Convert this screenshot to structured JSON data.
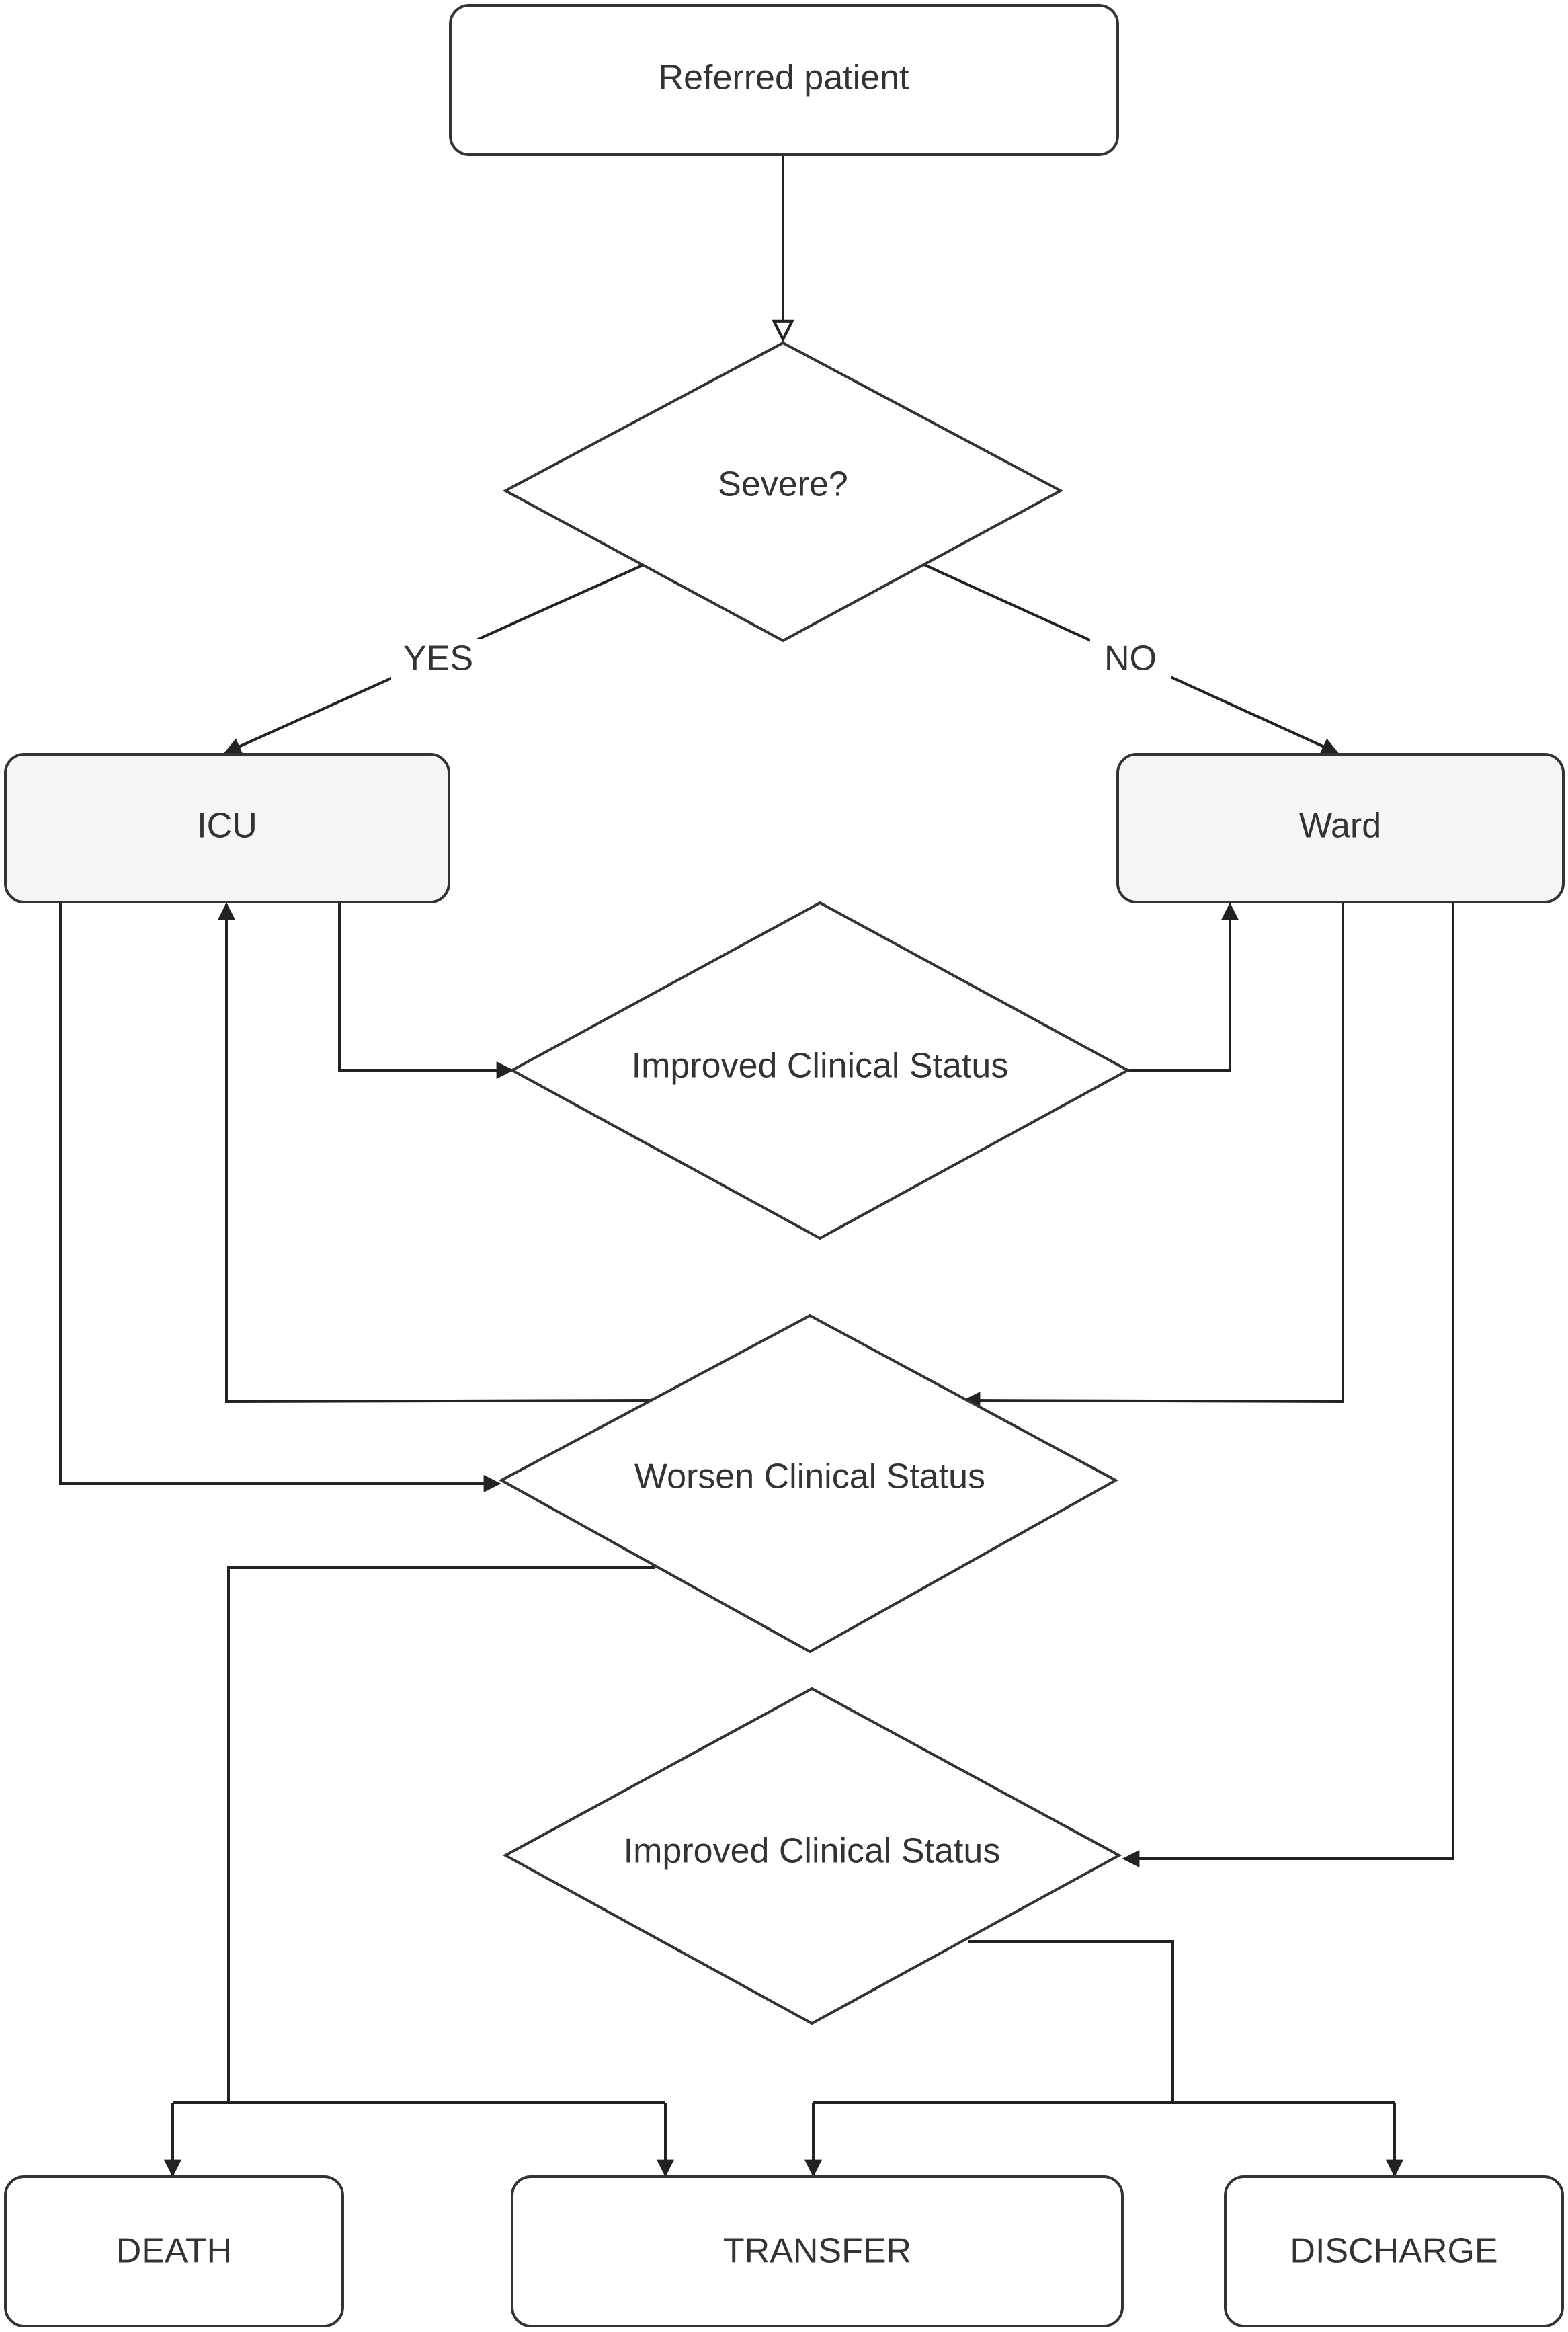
{
  "diagram": {
    "colors": {
      "node_fill": "#ffffff",
      "shaded_node_fill": "#f5f5f5",
      "stroke": "#333333",
      "text": "#333333"
    },
    "nodes": {
      "referred_patient": "Referred patient",
      "severe": "Severe?",
      "icu": "ICU",
      "ward": "Ward",
      "improved_icu": "Improved Clinical Status",
      "worsen": "Worsen Clinical Status",
      "improved_ward": "Improved Clinical Status",
      "death": "DEATH",
      "transfer": "TRANSFER",
      "discharge": "DISCHARGE"
    },
    "edge_labels": {
      "yes": "YES",
      "no": "NO"
    },
    "edges": [
      {
        "from": "Referred patient",
        "to": "Severe?"
      },
      {
        "from": "Severe?",
        "to": "ICU",
        "label": "YES"
      },
      {
        "from": "Severe?",
        "to": "Ward",
        "label": "NO"
      },
      {
        "from": "ICU",
        "to": "Improved Clinical Status"
      },
      {
        "from": "Improved Clinical Status",
        "to": "Ward"
      },
      {
        "from": "ICU",
        "to": "Worsen Clinical Status"
      },
      {
        "from": "Ward",
        "to": "Worsen Clinical Status"
      },
      {
        "from": "Worsen Clinical Status",
        "to": "ICU"
      },
      {
        "from": "Worsen Clinical Status",
        "to": "DEATH"
      },
      {
        "from": "Worsen Clinical Status",
        "to": "TRANSFER"
      },
      {
        "from": "Ward",
        "to": "Improved Clinical Status"
      },
      {
        "from": "Improved Clinical Status",
        "to": "TRANSFER"
      },
      {
        "from": "Improved Clinical Status",
        "to": "DISCHARGE"
      }
    ]
  }
}
